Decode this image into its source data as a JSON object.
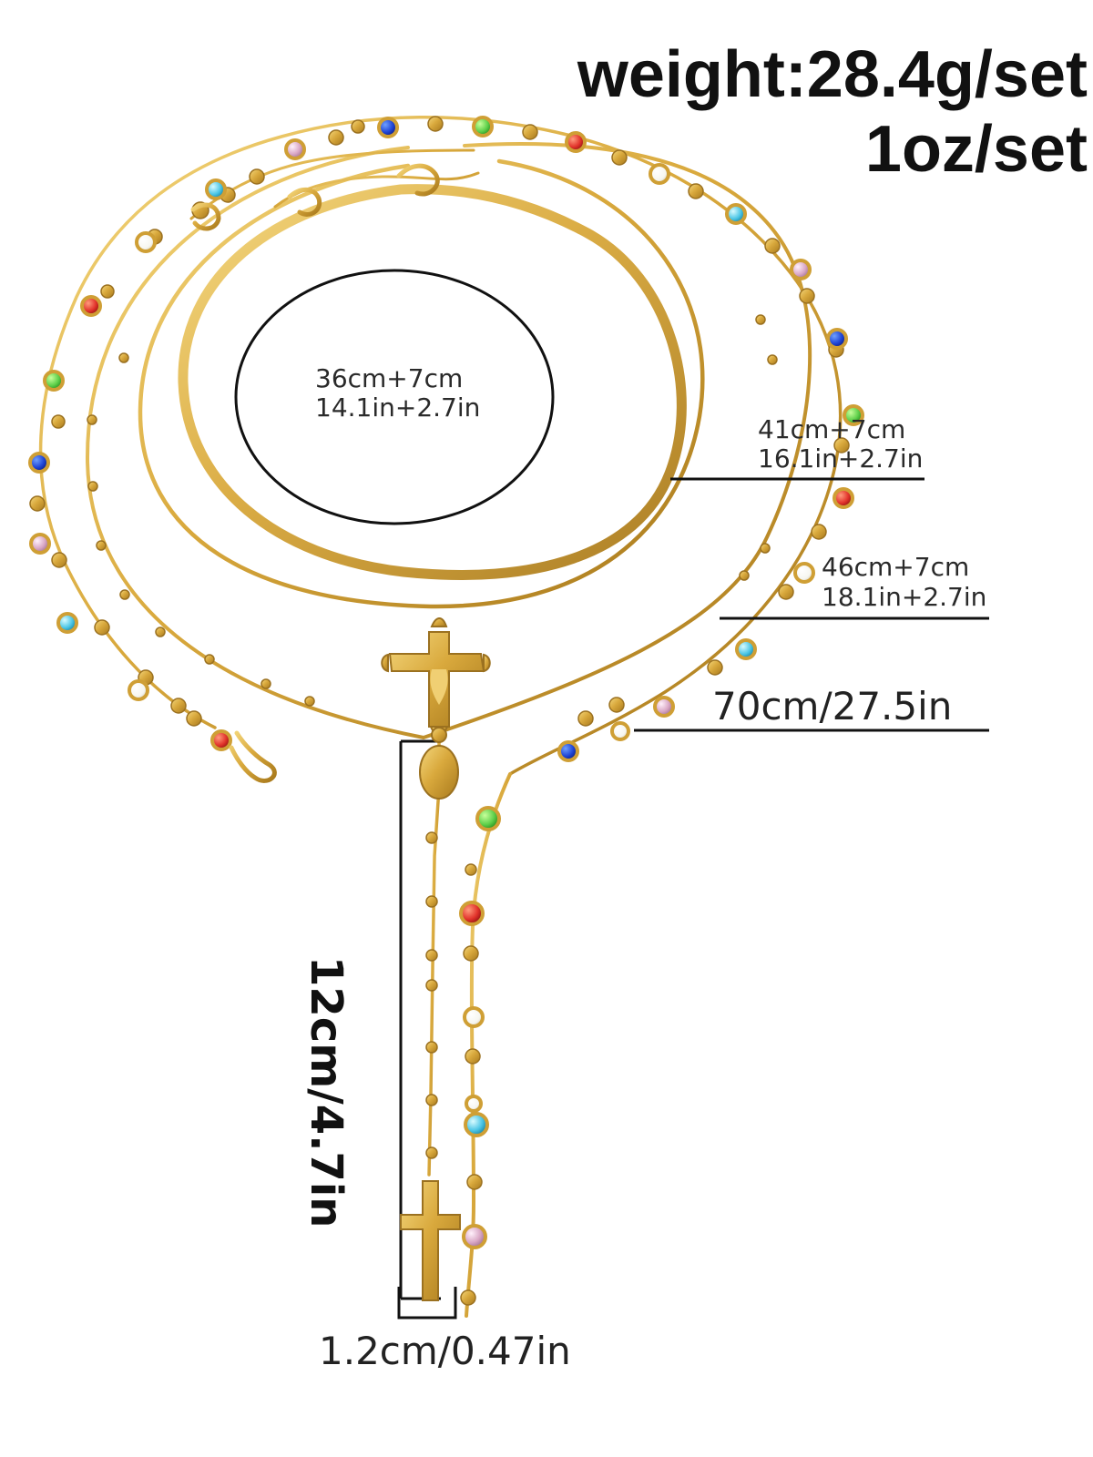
{
  "header": {
    "weight": "weight:28.4g/set",
    "weight_oz": "1oz/set"
  },
  "measurements": {
    "necklace_1": {
      "cm": "36cm+7cm",
      "inch": "14.1in+2.7in"
    },
    "necklace_2": {
      "cm": "41cm+7cm",
      "inch": "16.1in+2.7in"
    },
    "necklace_3": {
      "cm": "46cm+7cm",
      "inch": "18.1in+2.7in"
    },
    "necklace_4": {
      "length": "70cm/27.5in"
    },
    "pendant_drop": "12cm/4.7in",
    "pendant_width": "1.2cm/0.47in"
  },
  "colors": {
    "gold": "#d9a93d",
    "gold_light": "#f0cf73",
    "gold_dark": "#a8791c",
    "blue": "#1f45d6",
    "green": "#5fd04b",
    "red": "#e2332b",
    "pink": "#d9a7c5",
    "aqua": "#4cc6e6",
    "clear": "#f6f6f0",
    "line": "#111111"
  }
}
